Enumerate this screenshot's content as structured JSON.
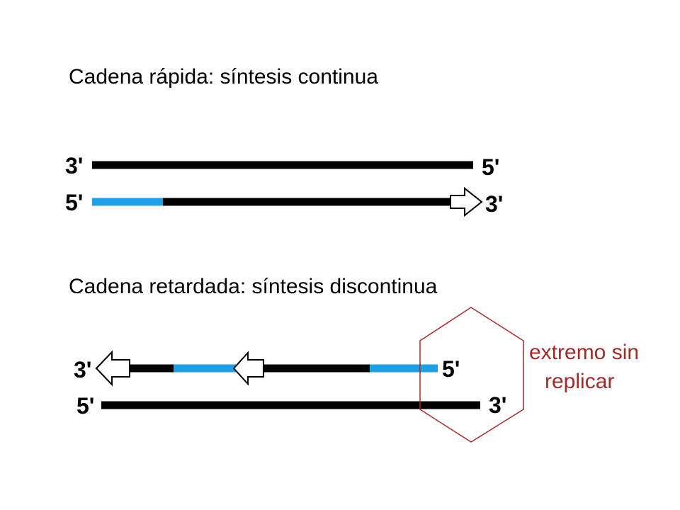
{
  "leading": {
    "title": "Cadena rápida: síntesis continua",
    "template_left": "3'",
    "template_right": "5'",
    "new_left": "5'",
    "new_right": "3'"
  },
  "lagging": {
    "title": "Cadena retardada: síntesis discontinua",
    "new_left": "3'",
    "new_right": "5'",
    "template_left": "5'",
    "template_right": "3'",
    "note_line1": "extremo sin",
    "note_line2": "replicar"
  },
  "colors": {
    "strand": "#000000",
    "new_segment": "#1ea0e6",
    "highlight": "#a52a2a",
    "arrow_fill": "#ffffff"
  },
  "icons": {
    "synthesis_direction": "hollow-arrow",
    "unreplicated_marker": "hexagon"
  }
}
